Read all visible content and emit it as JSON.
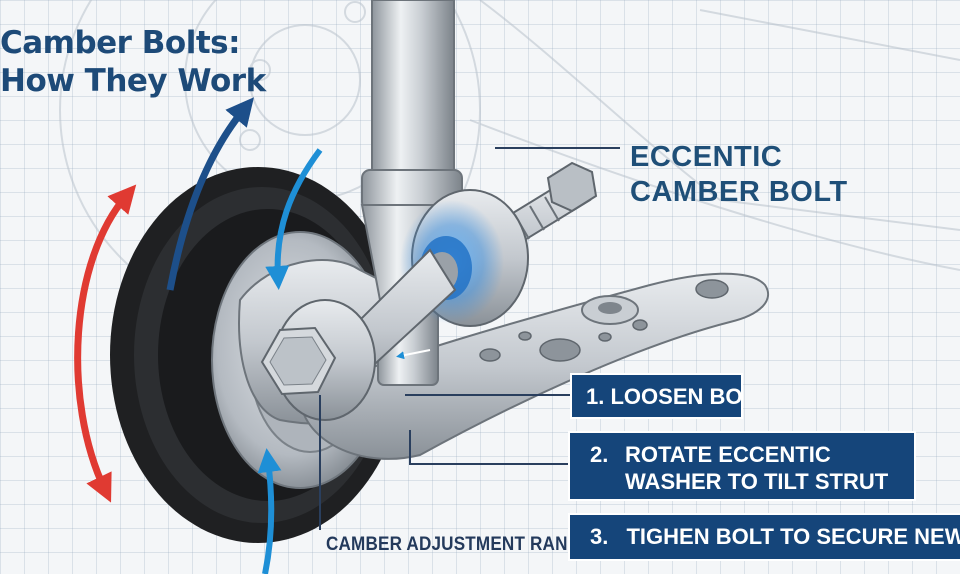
{
  "title": {
    "line1": "Camber Bolts:",
    "line2": "How They Work"
  },
  "callout": {
    "line1": "ECCENTIC",
    "line2": "CAMBER BOLT"
  },
  "range_label": "CAMBER ADJUSTMENT RANGE",
  "steps": [
    {
      "num": "1.",
      "text": "LOOSEN BOLT"
    },
    {
      "num": "2.",
      "text": "ROTATE ECCENTIC WASHER TO TILT STRUT"
    },
    {
      "num": "3.",
      "text": "TIGHEN BOLT TO SECURE NEW ANGLE"
    }
  ],
  "colors": {
    "title": "#1d4a78",
    "step_box": "#15457a",
    "red_arrow": "#e03a32",
    "blue_arrow": "#1e8fd6",
    "dark_blue_arrow": "#1d4f8a",
    "metal": "#c7ccd2",
    "tire": "#1f2022"
  }
}
